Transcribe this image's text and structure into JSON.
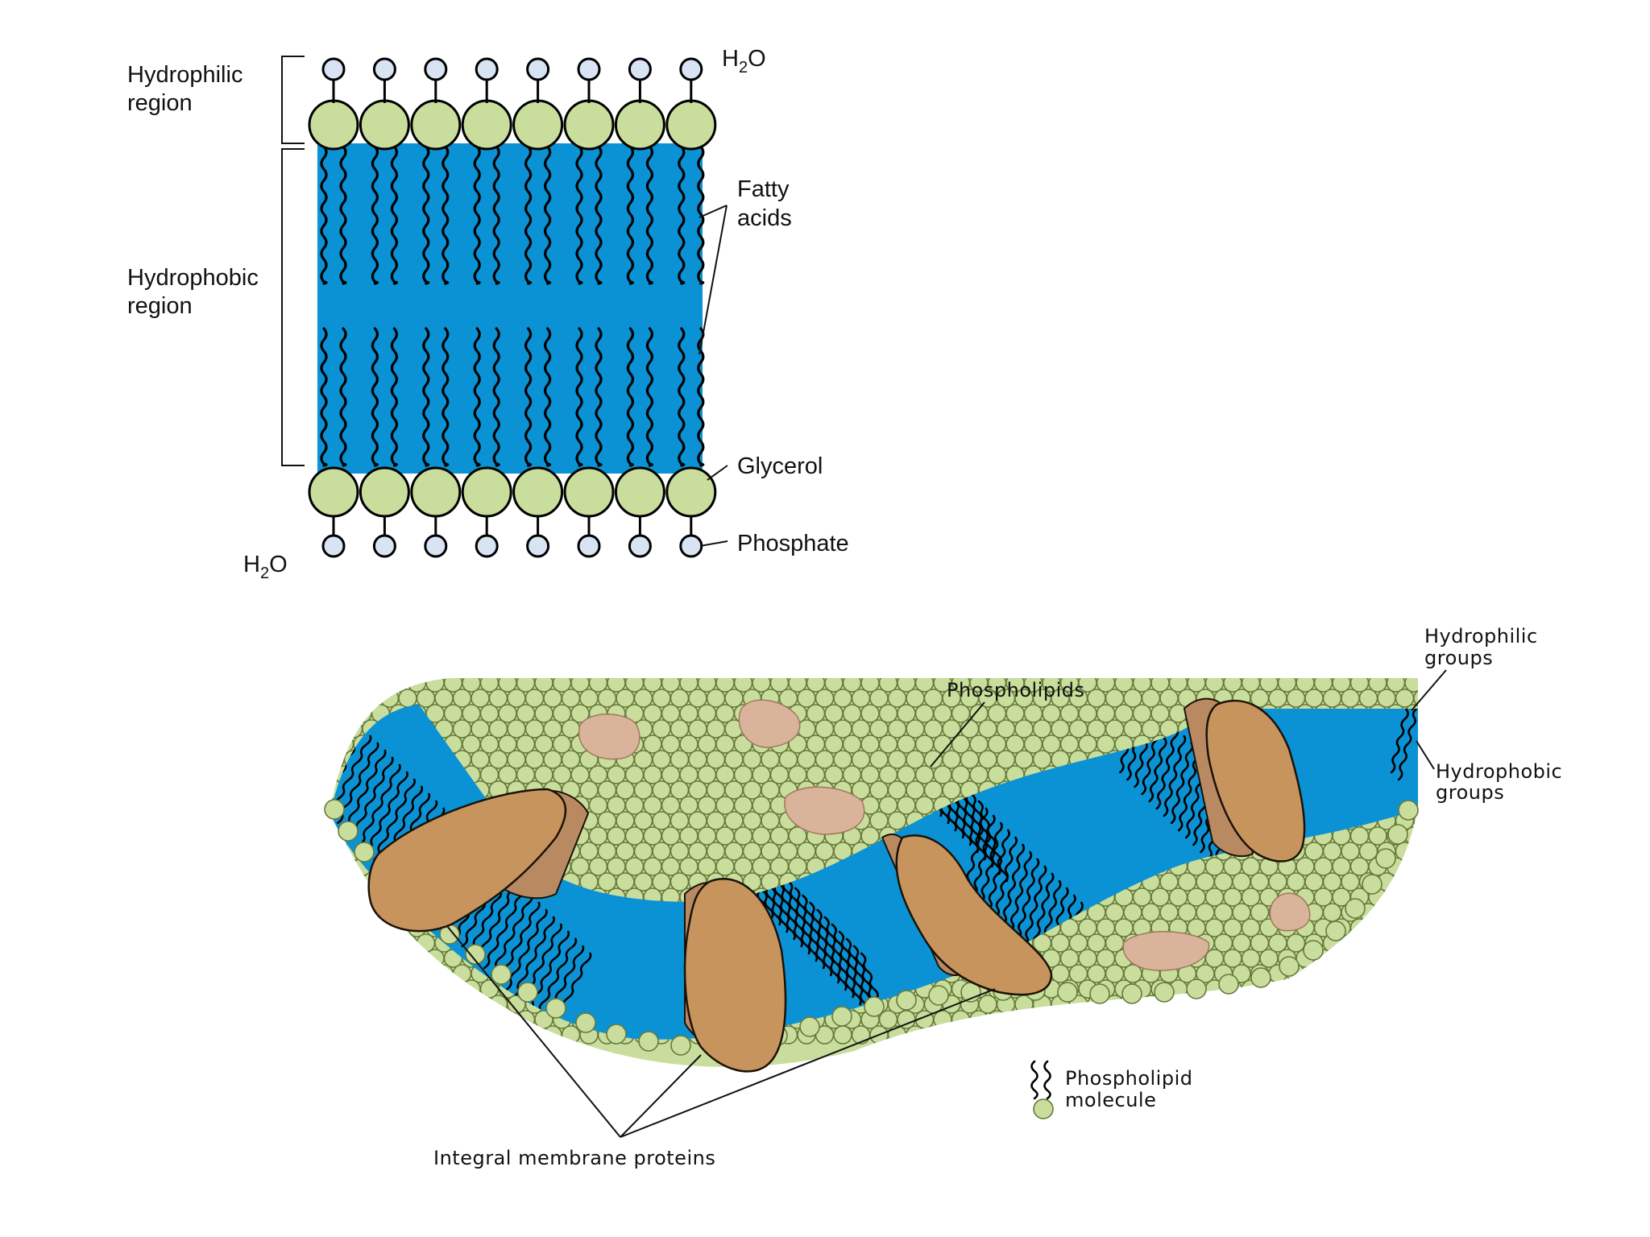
{
  "top_diagram": {
    "labels": {
      "hydrophilic_region_line1": "Hydrophilic",
      "hydrophilic_region_line2": "region",
      "hydrophobic_region_line1": "Hydrophobic",
      "hydrophobic_region_line2": "region",
      "water_top_main": "H",
      "water_top_sub": "2",
      "water_top_tail": "O",
      "water_bottom_main": "H",
      "water_bottom_sub": "2",
      "water_bottom_tail": "O",
      "fatty_acids_line1": "Fatty",
      "fatty_acids_line2": "acids",
      "glycerol": "Glycerol",
      "phosphate": "Phosphate"
    },
    "molecules_per_layer": 8
  },
  "bottom_diagram": {
    "labels": {
      "phospholipids": "Phospholipids",
      "hydrophilic_groups_line1": "Hydrophilic",
      "hydrophilic_groups_line2": "groups",
      "hydrophobic_groups_line1": "Hydrophobic",
      "hydrophobic_groups_line2": "groups",
      "legend_line1": "Phospholipid",
      "legend_line2": "molecule",
      "integral_membrane_proteins": "Integral membrane proteins"
    }
  },
  "colors": {
    "membrane_blue": "#0a92d4",
    "head_green": "#c9dd9c",
    "phosphate_blue": "#d8e4f2",
    "protein_brown": "#c8945e"
  }
}
